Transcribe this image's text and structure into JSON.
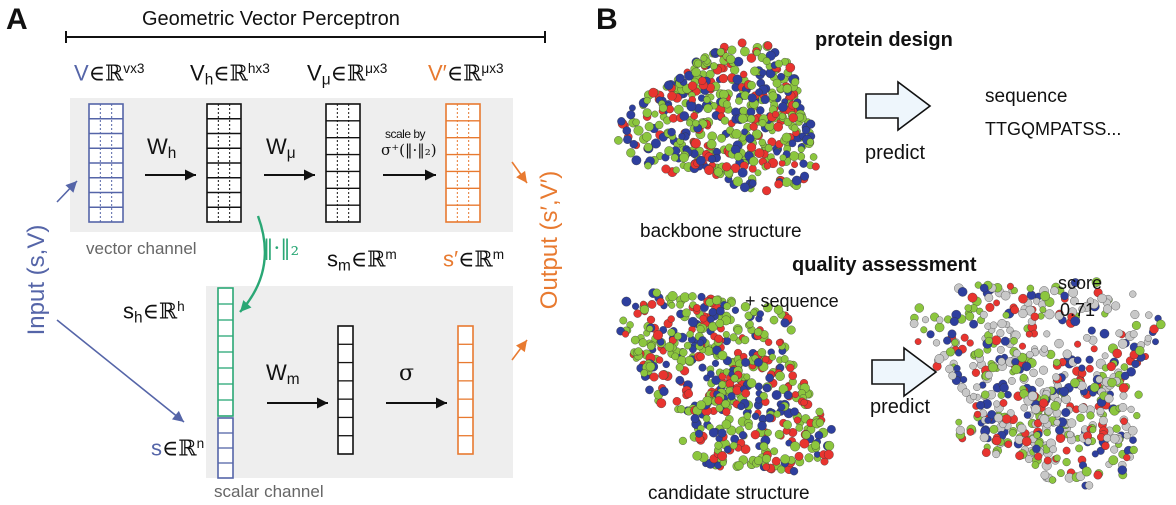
{
  "panelA": {
    "letter": "A",
    "title": "Geometric Vector Perceptron",
    "vec_labels": {
      "V": {
        "main": "V",
        "rest": "∈ℝ",
        "sup": "vx3"
      },
      "Vh": {
        "main": "V",
        "sub": "h",
        "rest": "∈ℝ",
        "sup": "hx3"
      },
      "Vmu": {
        "main": "V",
        "sub": "μ",
        "rest": "∈ℝ",
        "sup": "μx3"
      },
      "Vprime": {
        "main": "V′",
        "rest": "∈ℝ",
        "sup": "μx3"
      }
    },
    "W_h": {
      "main": "W",
      "sub": "h"
    },
    "W_mu": {
      "main": "W",
      "sub": "μ"
    },
    "W_m": {
      "main": "W",
      "sub": "m"
    },
    "scale_by": "scale by",
    "scale_formula": "σ⁺(‖·‖₂)",
    "norm_label": "‖·‖₂",
    "vector_channel": "vector channel",
    "scalar_channel": "scalar channel",
    "s_m": {
      "main": "s",
      "sub": "m",
      "rest": "∈ℝ",
      "sup": "m"
    },
    "s_prime": {
      "main": "s′",
      "rest": "∈ℝ",
      "sup": "m"
    },
    "s_h": {
      "main": "s",
      "sub": "h",
      "rest": "∈ℝ",
      "sup": "h"
    },
    "s": {
      "main": "s",
      "rest": "∈ℝ",
      "sup": "n"
    },
    "sigma": "σ",
    "input": "Input (s,V)",
    "output": "Output (s′,V′)"
  },
  "panelB": {
    "letter": "B",
    "protein_design": "protein design",
    "sequence_label": "sequence",
    "sequence_value": "TTGQMPATSS...",
    "predict1": "predict",
    "backbone_structure": "backbone structure",
    "quality_assessment": "quality assessment",
    "plus_sequence": "+ sequence",
    "score_label": "score",
    "score_value": "0.71",
    "predict2": "predict",
    "candidate_structure": "candidate structure"
  },
  "colors": {
    "blue": "#5565a8",
    "orange": "#e87a30",
    "green": "#2aa775",
    "panel_gray": "#eeeeee",
    "atom_green": "#8cc63e",
    "atom_red": "#e8342f",
    "atom_blue": "#2e3f9e",
    "atom_gray": "#c8c8c8"
  }
}
